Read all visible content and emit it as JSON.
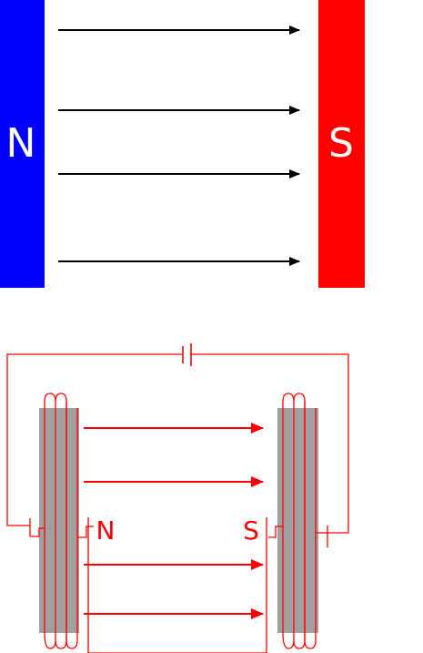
{
  "top_magnet": {
    "north_label": "N",
    "south_label": "S",
    "north_color": "#0000ff",
    "south_color": "#ff0000",
    "field_line_color": "#000000",
    "field_line_count": 4
  },
  "electromagnet": {
    "north_label": "N",
    "south_label": "S",
    "core_color": "#a0a0a0",
    "wire_color": "#ff0000",
    "label_color": "#ff0000",
    "field_line_count": 4
  }
}
